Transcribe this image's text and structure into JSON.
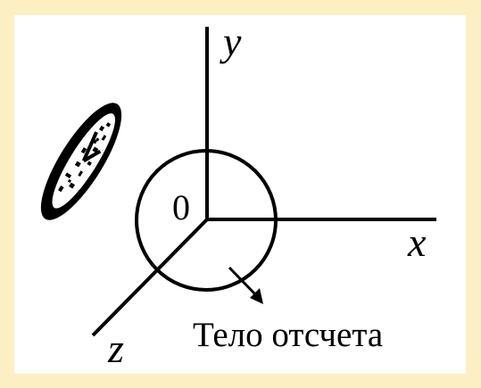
{
  "colors": {
    "background": "#fcefc4",
    "panel": "#ffffff",
    "ink": "#000000"
  },
  "diagram": {
    "axes": {
      "x_label": "x",
      "y_label": "y",
      "z_label": "z",
      "origin_label": "0"
    },
    "body_label": "Тело отсчета",
    "icons": {
      "clock": "clock-icon",
      "body": "reference-body-circle",
      "arrow": "pointer-arrow-icon"
    }
  }
}
